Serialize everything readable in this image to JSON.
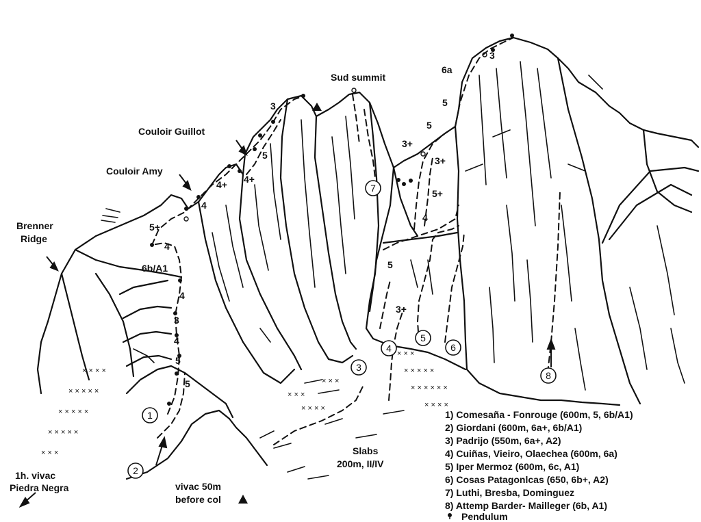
{
  "labels": {
    "sud_summit": "Sud summit",
    "couloir_guillot": "Couloir Guillot",
    "couloir_amy": "Couloir Amy",
    "brenner_ridge_line1": "Brenner",
    "brenner_ridge_line2": "Ridge",
    "slabs_line1": "Slabs",
    "slabs_line2": "200m, II/IV",
    "vivac_left_line1": "1h. vivac",
    "vivac_left_line2": "Piedra Negra",
    "vivac_col_line1": "vivac 50m",
    "vivac_col_line2": "before col"
  },
  "grades": [
    "3",
    "6a",
    "5",
    "5",
    "3+",
    "3+",
    "5+",
    "4",
    "5",
    "3+",
    "4+",
    "5",
    "4+",
    "4",
    "5+",
    "4",
    "6b/A1",
    "4",
    "3",
    "4",
    "5",
    "5",
    "3"
  ],
  "route_numbers": [
    "1",
    "2",
    "3",
    "4",
    "5",
    "6",
    "7",
    "8"
  ],
  "legend": [
    "1) Comesaña - Fonrouge (600m, 5, 6b/A1)",
    "2) Giordani (600m, 6a+, 6b/A1)",
    "3) Padrijo (550m, 6a+, A2)",
    "4) Cuiñas, Vieiro, Olaechea (600m, 6a)",
    "5) Iper Mermoz (600m, 6c, A1)",
    "6) Cosas Patagonlcas (650, 6b+, A2)",
    "7) Luthi, Bresba, Dominguez",
    "8) Attemp Barder- Mailleger (6b, A1)",
    "Pendulum"
  ]
}
